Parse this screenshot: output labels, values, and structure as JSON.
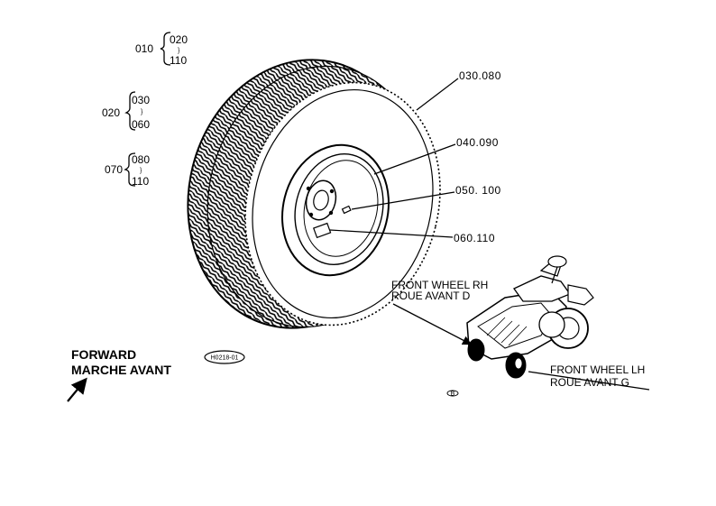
{
  "ranges": [
    {
      "id": "010",
      "from": "020",
      "sep": "}",
      "to": "110"
    },
    {
      "id": "020",
      "from": "030",
      "sep": "}",
      "to": "060"
    },
    {
      "id": "070",
      "from": "080",
      "sep": "}",
      "to": "110"
    }
  ],
  "callouts": {
    "tire": "030.080",
    "rim": "040.090",
    "valve": "050. 100",
    "hub": "060.110"
  },
  "tractor_labels": {
    "rh_line1": "FRONT WHEEL RH",
    "rh_line2": "ROUE AVANT D",
    "lh_line1": "FRONT WHEEL LH",
    "lh_line2": "ROUE AVANT G"
  },
  "direction": {
    "line1": "FORWARD",
    "line2": "MARCHE AVANT"
  },
  "drawing_code": "H0218-01",
  "page_mark": "B"
}
